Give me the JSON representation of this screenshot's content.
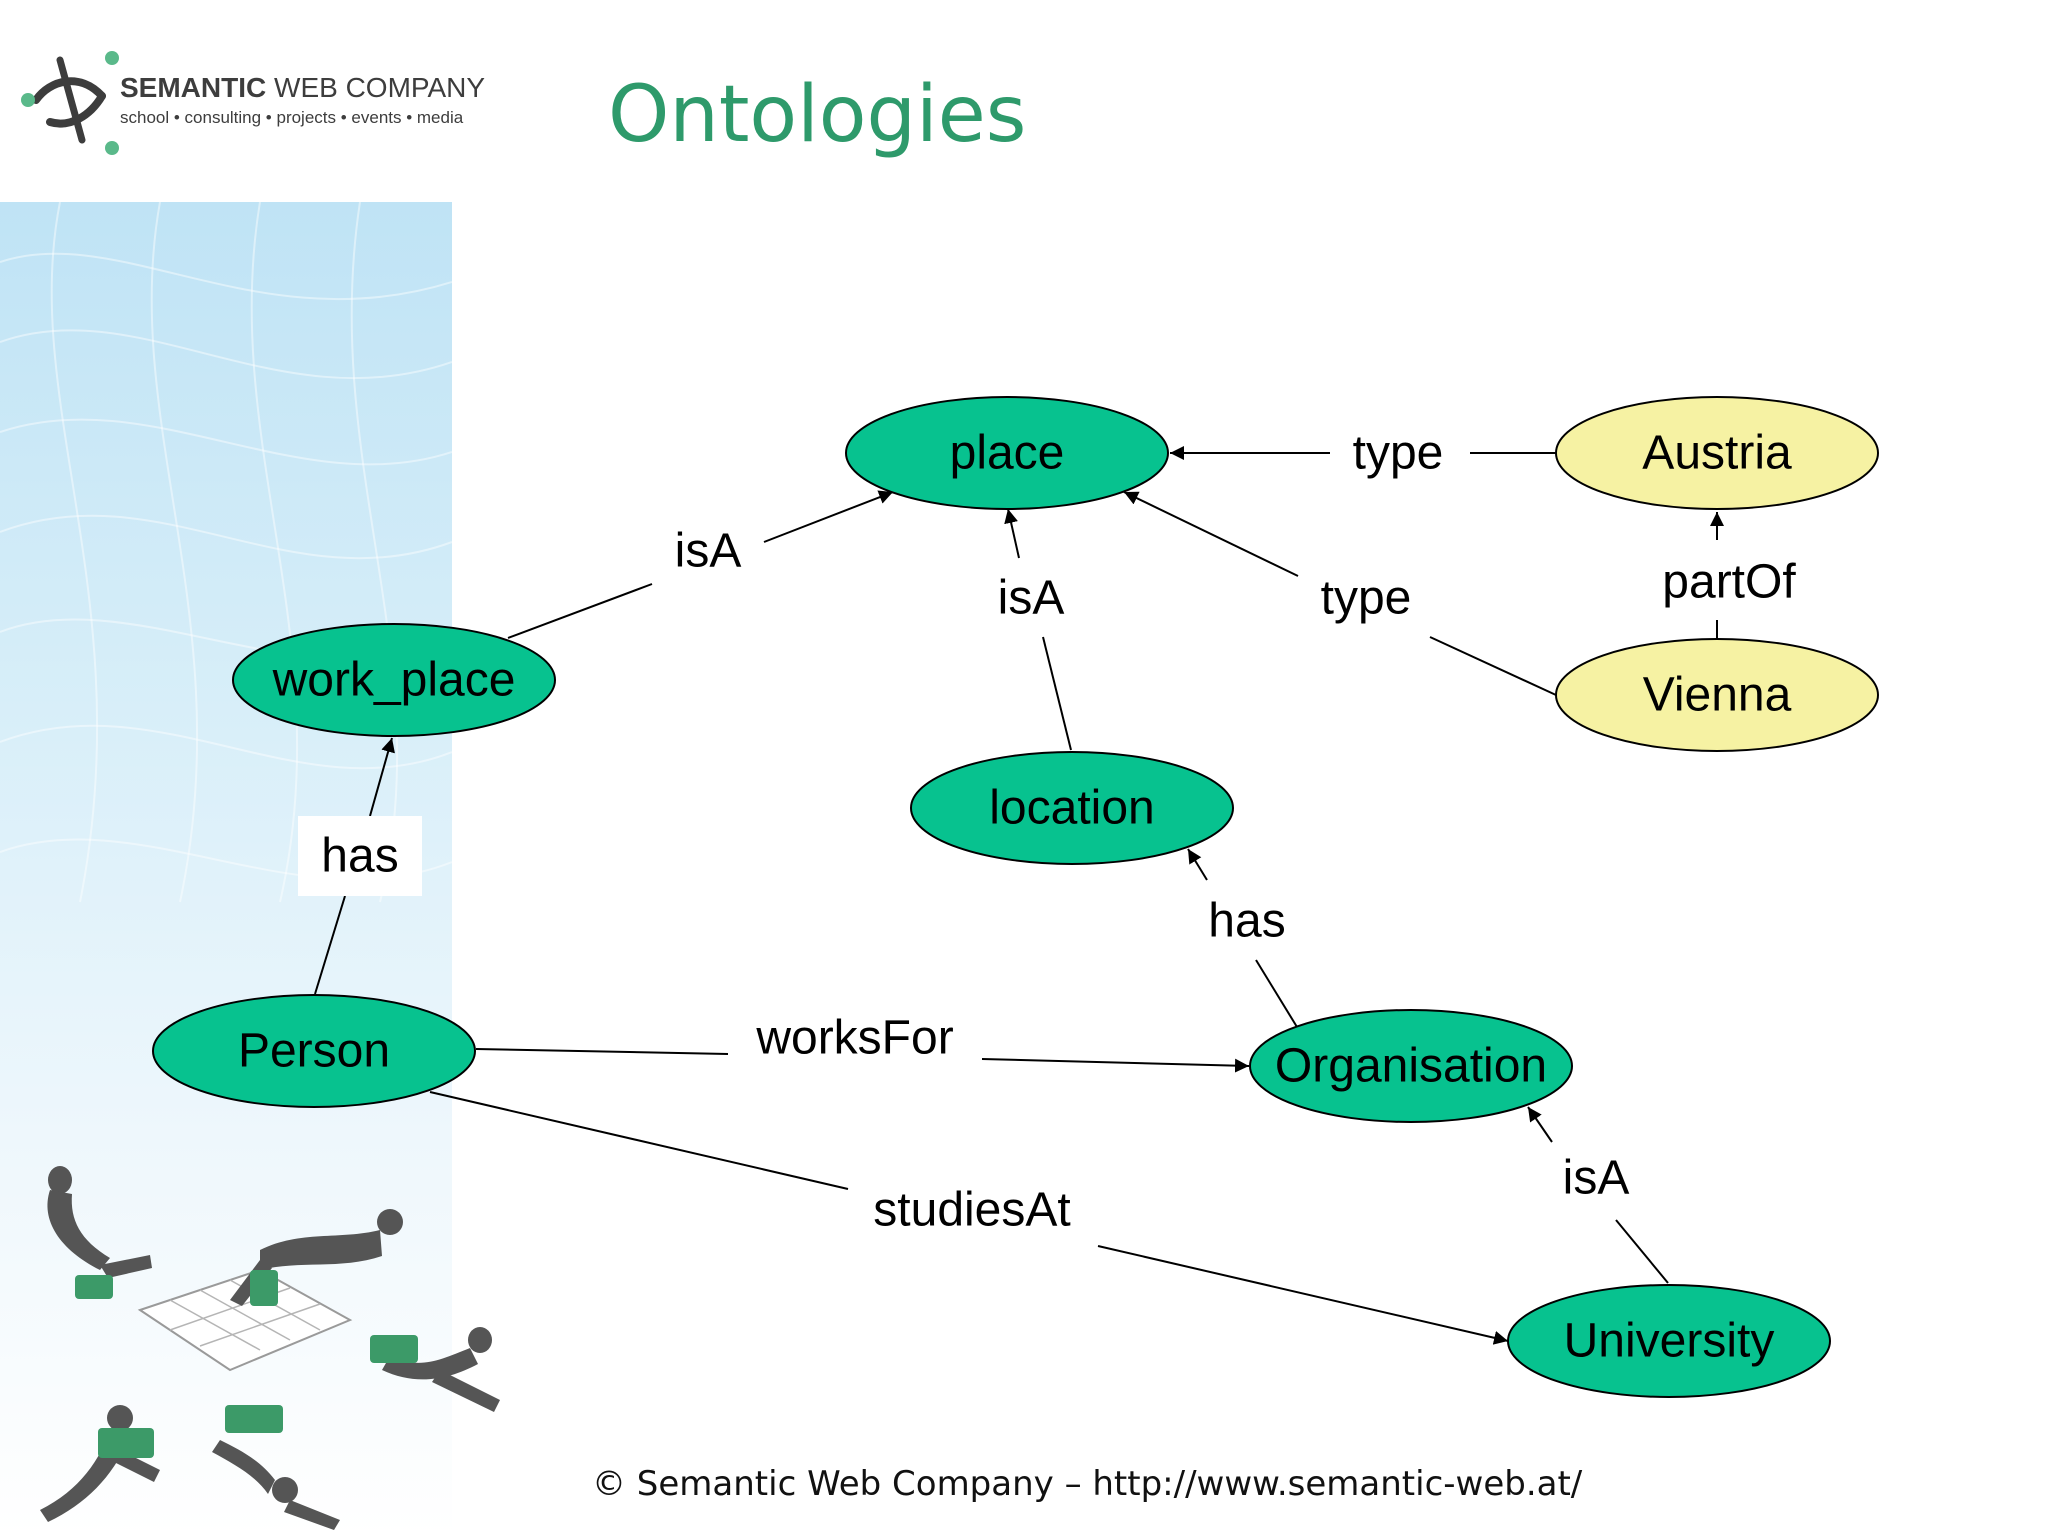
{
  "header": {
    "logo_name_bold": "SEMANTIC",
    "logo_name_rest": " WEB COMPANY",
    "logo_tagline": "school • consulting • projects • events • media",
    "title": "Ontologies"
  },
  "colors": {
    "class_node": "#07c28f",
    "instance_node": "#f6f2a3",
    "title": "#2e9a6b"
  },
  "diagram": {
    "nodes": {
      "place": "place",
      "austria": "Austria",
      "work_place": "work_place",
      "vienna": "Vienna",
      "location": "location",
      "person": "Person",
      "organisation": "Organisation",
      "university": "University"
    },
    "edges": {
      "workplace_place": "isA",
      "location_place": "isA",
      "vienna_place": "type",
      "austria_place": "type",
      "vienna_austria": "partOf",
      "person_workplace": "has",
      "org_location": "has",
      "person_org": "worksFor",
      "person_univ": "studiesAt",
      "univ_org": "isA"
    }
  },
  "footer": {
    "text": "© Semantic Web Company – http://www.semantic-web.at/"
  }
}
